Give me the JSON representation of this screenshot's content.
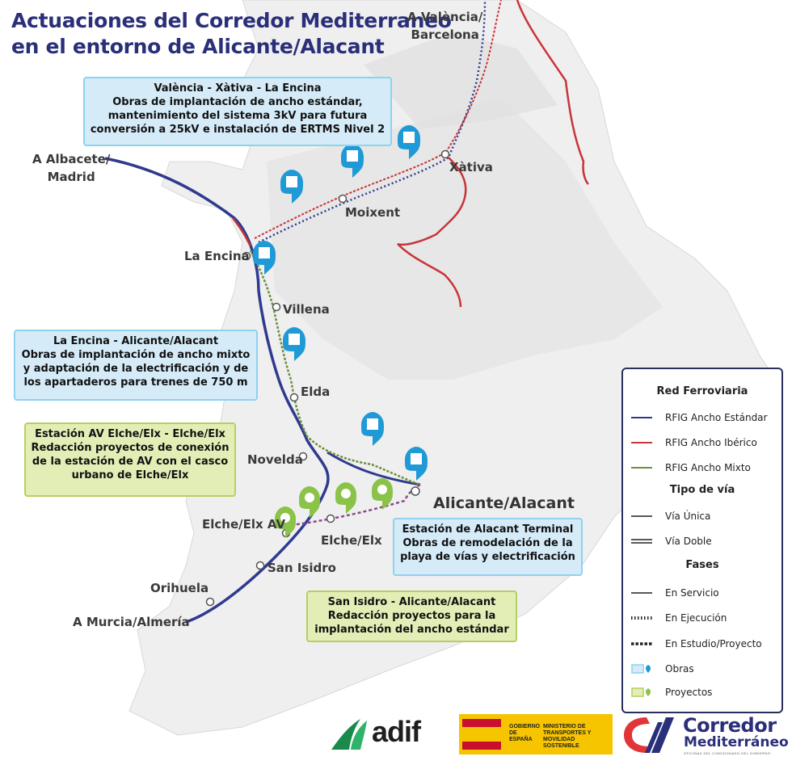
{
  "title": {
    "line1": "Actuaciones del Corredor Mediterraneo",
    "line2": "en el entorno de Alicante/Alacant"
  },
  "places": {
    "valencia": "A València/",
    "barcelona": "Barcelona",
    "albacete": "A Albacete/",
    "madrid": "Madrid",
    "xativa": "Xàtiva",
    "moixent": "Moixent",
    "la_encina": "La Encina",
    "villena": "Villena",
    "elda": "Elda",
    "novelda": "Novelda",
    "alicante": "Alicante/Alacant",
    "elche_av": "Elche/Elx AV",
    "elche": "Elche/Elx",
    "san_isidro": "San Isidro",
    "orihuela": "Orihuela",
    "murcia": "A Murcia/Almería"
  },
  "callouts": {
    "valencia_xativa": [
      "València - Xàtiva - La Encina",
      "Obras de implantación de ancho estándar,",
      "mantenimiento del sistema 3kV para futura",
      "conversión a 25kV e instalación de ERTMS Nivel 2"
    ],
    "la_encina_alicante": [
      "La Encina - Alicante/Alacant",
      "Obras de implantación de ancho mixto",
      "y adaptación de la electrificación y de",
      "los apartaderos para trenes de 750 m"
    ],
    "estacion_elche": [
      "Estación AV Elche/Elx - Elche/Elx",
      "Redacción proyectos de conexión",
      "de la estación de AV con el casco",
      "urbano de Elche/Elx"
    ],
    "estacion_alacant": [
      "Estación de Alacant Terminal",
      "Obras de remodelación de la",
      "playa de vías y electrificación"
    ],
    "san_isidro": [
      "San Isidro - Alicante/Alacant",
      "Redacción proyectos para la",
      "implantación del ancho estándar"
    ]
  },
  "legend": {
    "red_title": "Red Ferroviaria",
    "rfig_estandar": "RFIG Ancho Estándar",
    "rfig_iberico": "RFIG Ancho Ibérico",
    "rfig_mixto": "RFIG Ancho Mixto",
    "tipo_title": "Tipo de vía",
    "via_unica": "Vía Única",
    "via_doble": "Vía Doble",
    "fases_title": "Fases",
    "en_servicio": "En Servicio",
    "en_ejecucion": "En Ejecución",
    "en_estudio": "En Estudio/Proyecto",
    "obras": "Obras",
    "proyectos": "Proyectos"
  },
  "colors": {
    "estandar": "#2f3a8f",
    "iberico": "#c8343a",
    "mixto": "#6b8f3a",
    "obras_pin": "#1f9ad6",
    "proyectos_pin": "#8bc34a",
    "title": "#2a2f79"
  },
  "logos": {
    "adif": "adif",
    "gov1": "GOBIERNO DE ESPAÑA",
    "gov2": "MINISTERIO DE TRANSPORTES Y MOVILIDAD SOSTENIBLE",
    "cm1": "Corredor",
    "cm2": "Mediterráneo",
    "cm3": "OFICINAS DEL COMISIONADO DEL GOBIERNO"
  }
}
